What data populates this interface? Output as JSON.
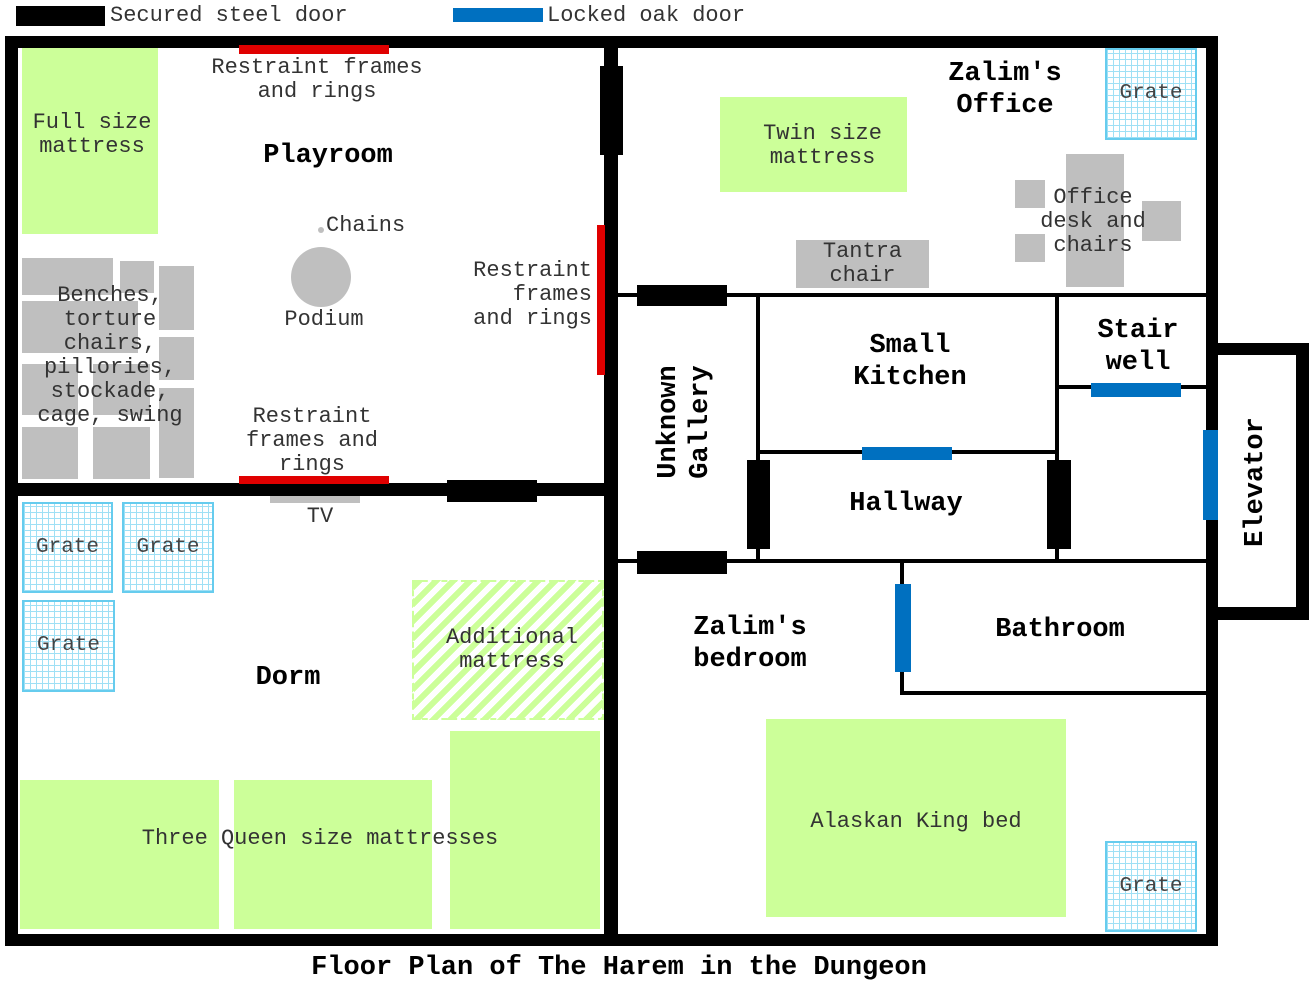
{
  "legend": {
    "steel_label": "Secured steel door",
    "oak_label": "Locked oak door",
    "steel_color": "#000000",
    "oak_color": "#0070c0"
  },
  "title": "Floor Plan of The Harem in the Dungeon",
  "rooms": {
    "playroom": "Playroom",
    "office": "Zalim's\nOffice",
    "gallery": "Unknown\nGallery",
    "kitchen": "Small\nKitchen",
    "stairwell": "Stair\nwell",
    "hallway": "Hallway",
    "elevator": "Elevator",
    "dorm": "Dorm",
    "bedroom": "Zalim's\nbedroom",
    "bathroom": "Bathroom"
  },
  "items": {
    "full_mattress": "Full size\nmattress",
    "restraint_top": "Restraint frames\nand rings",
    "chains": "Chains",
    "podium": "Podium",
    "restraint_right": "Restraint\nframes\nand rings",
    "restraint_bottom": "Restraint\nframes and\nrings",
    "benches": "Benches,\ntorture\nchairs,\npillories,\nstockade,\ncage, swing",
    "twin_mattress": "Twin size\nmattress",
    "tantra": "Tantra\nchair",
    "office_desk": "Office\ndesk and\nchairs",
    "grate": "Grate",
    "tv": "TV",
    "additional": "Additional\nmattress",
    "queen": "Three Queen size mattresses",
    "king": "Alaskan King bed"
  }
}
